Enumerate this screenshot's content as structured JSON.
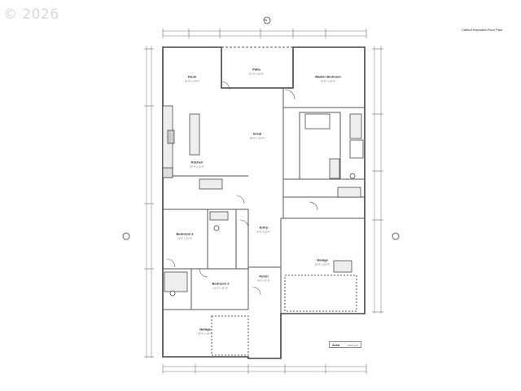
{
  "watermark": "© 2026",
  "plan_title": "Calfoot Keynotes-Floor Plan",
  "rooms": {
    "nook": {
      "name": "Nook",
      "dims": "11'-0\" x 14'-0\""
    },
    "patio": {
      "name": "Patio",
      "dims": "12'-0\" x 11'-0\""
    },
    "master": {
      "name": "Master Bedroom",
      "dims": "14'-0\" x 15'-0\""
    },
    "great": {
      "name": "Great",
      "dims": "20'-0\" x 21'-0\""
    },
    "kitchen": {
      "name": "Kitchen",
      "dims": "13'-0\" x 11'-0\""
    },
    "bedroom3": {
      "name": "Bedroom 3",
      "dims": "11'-0\" x 11'-0\""
    },
    "entry": {
      "name": "Entry",
      "dims": "6'-0\" x 11'-0\""
    },
    "garage_main": {
      "name": "Garage",
      "dims": "22'-0\" x 22'-0\""
    },
    "bedroom2": {
      "name": "Bedroom 2",
      "dims": "11'-0\" x 11'-0\""
    },
    "porch": {
      "name": "Porch",
      "dims": "6'-0\" x 5'-0\""
    },
    "garage_small": {
      "name": "Garage",
      "dims": "13'-0\" x 10'-0\""
    }
  },
  "area_box": {
    "label": "Area",
    "value": "1911 sq ft"
  },
  "north_marker": "N"
}
